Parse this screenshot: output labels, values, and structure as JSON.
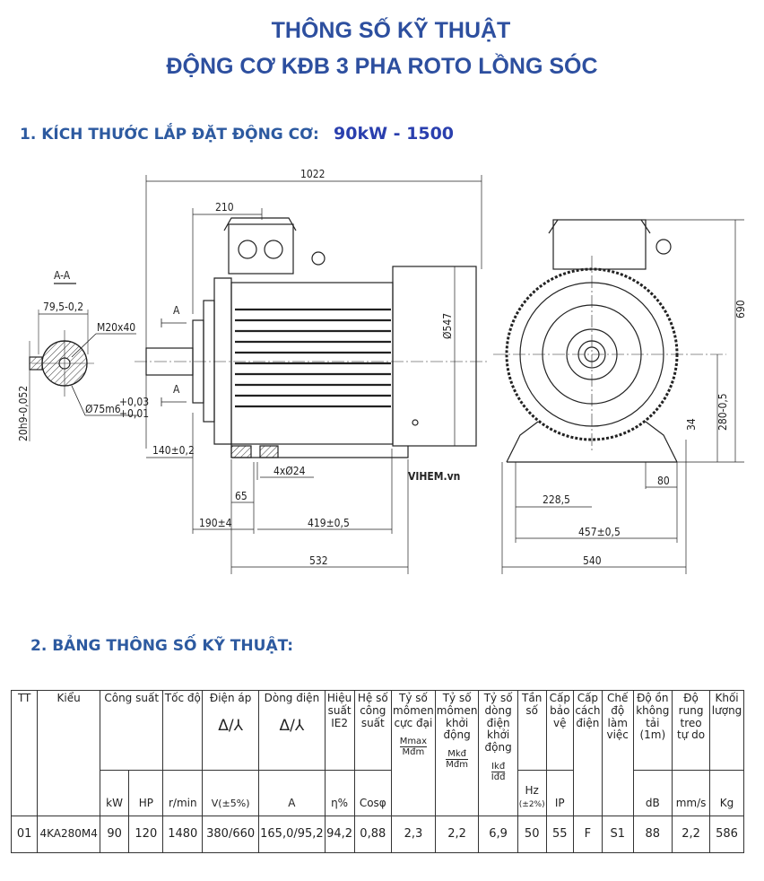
{
  "header": {
    "title_line1": "THÔNG SỐ KỸ THUẬT",
    "title_line2": "ĐỘNG CƠ KĐB 3 PHA ROTO LỒNG SÓC",
    "accent": "#2d4f9f"
  },
  "section1": {
    "label": "1. KÍCH THƯỚC LẮP ĐẶT ĐỘNG CƠ:",
    "model": "90kW - 1500"
  },
  "drawing": {
    "section_label": "A-A",
    "key_width": "79,5-0,2",
    "thread": "M20x40",
    "shaft_dia": "Ø75m6",
    "shaft_tol_up": "+0,03",
    "shaft_tol_low": "+0,01",
    "key_h": "20h9-0,052",
    "cut_a": "A",
    "dims": {
      "overall_length": "1022",
      "box_offset": "210",
      "fan_dia": "Ø547",
      "shaft_len": "140±0,2",
      "feet_holes": "4xØ24",
      "foot_w": "65",
      "c_dim": "190±4",
      "b_dim": "419±0,5",
      "base_len": "532",
      "height": "690",
      "shaft_height": "280-0,5",
      "foot_h": "34",
      "foot_edge": "80",
      "half_a": "228,5",
      "a_dim": "457±0,5",
      "base_w": "540"
    },
    "watermark": "VIHEM.vn"
  },
  "section2": {
    "label": "2. BẢNG THÔNG SỐ KỸ THUẬT:"
  },
  "table": {
    "headers": {
      "tt": "TT",
      "kieu": "Kiểu",
      "cong_suat": "Công suất",
      "toc_do": "Tốc độ",
      "dien_ap": "Điện áp",
      "dong_dien": "Dòng điện",
      "delta_y": "Δ/⅄",
      "hieu_suat": "Hiệu suất IE2",
      "he_so": "Hệ số công suất",
      "mmax": "Tỷ số mômen cực đại",
      "mkd": "Tỷ số mômen khởi động",
      "ikd": "Tỷ số dòng điện khởi động",
      "tan_so": "Tần số",
      "cap_bao_ve": "Cấp bảo vệ",
      "cap_cach_dien": "Cấp cách điện",
      "che_do": "Chế độ làm việc",
      "do_on": "Độ ồn không tải (1m)",
      "do_rung": "Độ rung treo tự do",
      "khoi_luong": "Khối lượng"
    },
    "units": {
      "kw": "kW",
      "hp": "HP",
      "rpm": "r/min",
      "v": "V(±5%)",
      "a": "A",
      "eta": "η%",
      "cos": "Cosφ",
      "mmax_num": "Mmax",
      "mmax_den": "Mđm",
      "mkd_num": "Mkđ",
      "mkd_den": "Mđm",
      "ikd_num": "Ikđ",
      "ikd_den": "Iđđ",
      "hz": "Hz",
      "hz_tol": "(±2%)",
      "ip": "IP",
      "db": "dB",
      "mms": "mm/s",
      "kg": "Kg"
    },
    "rows": [
      {
        "tt": "01",
        "kieu": "4KA280M4",
        "kw": "90",
        "hp": "120",
        "rpm": "1480",
        "v": "380/660",
        "a": "165,0/95,2",
        "eta": "94,2",
        "cos": "0,88",
        "mmax": "2,3",
        "mkd": "2,2",
        "ikd": "6,9",
        "hz": "50",
        "ip": "55",
        "ins": "F",
        "duty": "S1",
        "db": "88",
        "vib": "2,2",
        "kg": "586"
      }
    ]
  }
}
